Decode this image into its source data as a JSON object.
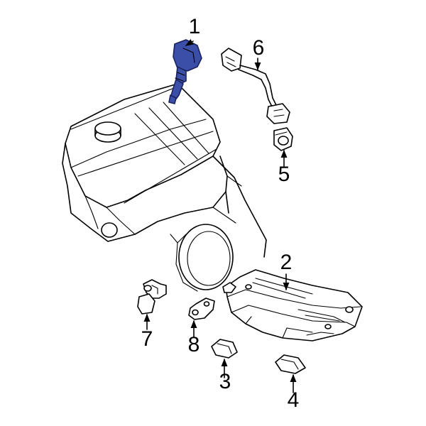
{
  "colors": {
    "background": "#ffffff",
    "line": "#000000",
    "highlight_fill": "#3b4fa8",
    "highlight_line": "#1a2360"
  },
  "highlighted_part": "1",
  "callouts": [
    {
      "id": "callout-1",
      "label": "1"
    },
    {
      "id": "callout-2",
      "label": "2"
    },
    {
      "id": "callout-3",
      "label": "3"
    },
    {
      "id": "callout-4",
      "label": "4"
    },
    {
      "id": "callout-5",
      "label": "5"
    },
    {
      "id": "callout-6",
      "label": "6"
    },
    {
      "id": "callout-7",
      "label": "7"
    },
    {
      "id": "callout-8",
      "label": "8"
    }
  ]
}
